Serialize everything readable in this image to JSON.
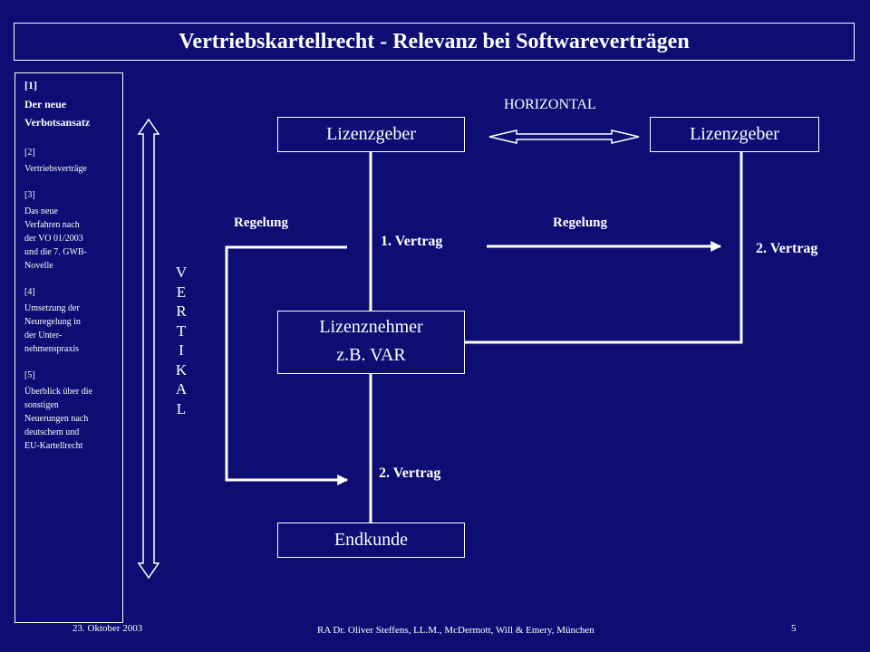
{
  "title": "Vertriebskartellrecht - Relevanz bei Softwareverträgen",
  "sidebar": {
    "items": [
      {
        "num": "[1]",
        "text": "Der neue\nVerbotsansatz",
        "active": true
      },
      {
        "num": "[2]",
        "text": "Vertriebsverträge"
      },
      {
        "num": "[3]",
        "text": "Das neue\nVerfahren nach\nder VO 01/2003\nund die 7. GWB-\nNovelle"
      },
      {
        "num": "[4]",
        "text": "Umsetzung der\nNeuregelung in\nder Unter-\nnehmenspraxis"
      },
      {
        "num": "[5]",
        "text": "Überblick über die\nsonstigen\nNeuerungen nach\ndeutschem und\nEU-Kartellrecht"
      }
    ]
  },
  "diagram": {
    "horizontal_label": "HORIZONTAL",
    "vertikal_label": "V\nE\nR\nT\nI\nK\nA\nL",
    "lizenzgeber_left": "Lizenzgeber",
    "lizenzgeber_right": "Lizenzgeber",
    "lizenznehmer_line1": "Lizenznehmer",
    "lizenznehmer_line2": "z.B. VAR",
    "endkunde": "Endkunde",
    "regelung_left": "Regelung",
    "regelung_right": "Regelung",
    "vertrag1": "1. Vertrag",
    "vertrag2_right": "2. Vertrag",
    "vertrag2_bottom": "2. Vertrag"
  },
  "footer": {
    "date": "23. Oktober 2003",
    "author": "RA Dr. Oliver Steffens, LL.M., McDermott, Will & Emery, München",
    "page": "5"
  },
  "colors": {
    "background": "#0d0d73",
    "foreground": "#ffffff"
  }
}
